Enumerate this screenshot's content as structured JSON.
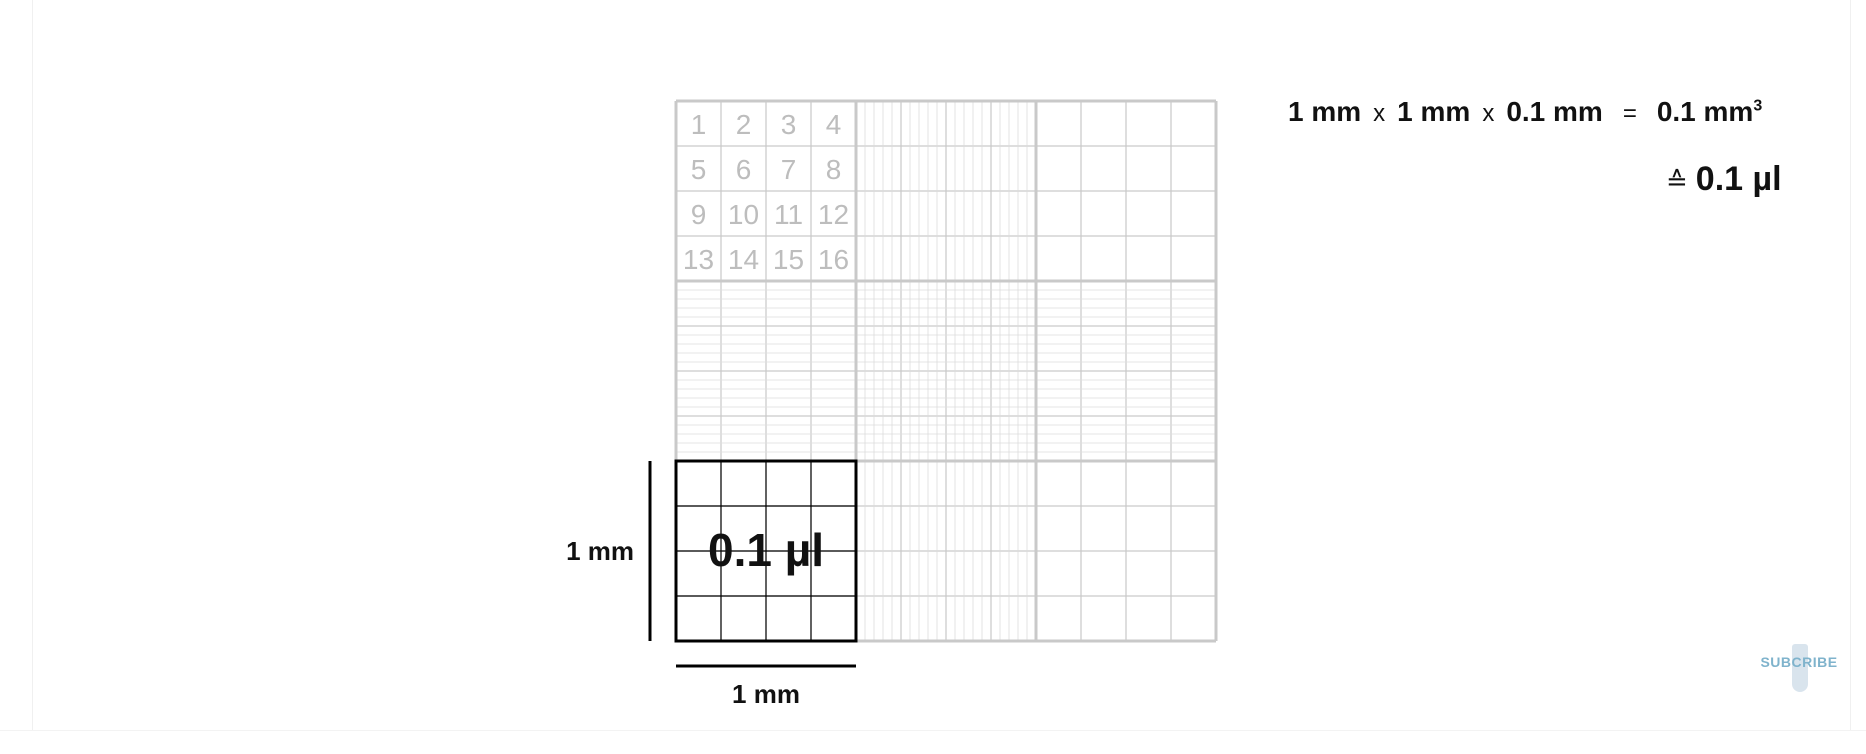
{
  "grid": {
    "numbers": [
      "1",
      "2",
      "3",
      "4",
      "5",
      "6",
      "7",
      "8",
      "9",
      "10",
      "11",
      "12",
      "13",
      "14",
      "15",
      "16"
    ],
    "highlight_label": "0.1 µl",
    "vertical_dimension": "1 mm",
    "horizontal_dimension": "1 mm"
  },
  "formula": {
    "a": "1 mm",
    "times1": "x",
    "b": "1 mm",
    "times2": "x",
    "c": "0.1 mm",
    "equals": "=",
    "result": "0.1 mm",
    "result_exp": "3"
  },
  "equivalence": {
    "symbol": "≙",
    "value": "0.1 µl"
  },
  "subscribe": {
    "label": "SUBCRIBE"
  },
  "colors": {
    "grid_line": "#c9c9c9",
    "highlight": "#000000",
    "number_text": "#bdbdbd",
    "subscribe": "#7fb3cc"
  }
}
